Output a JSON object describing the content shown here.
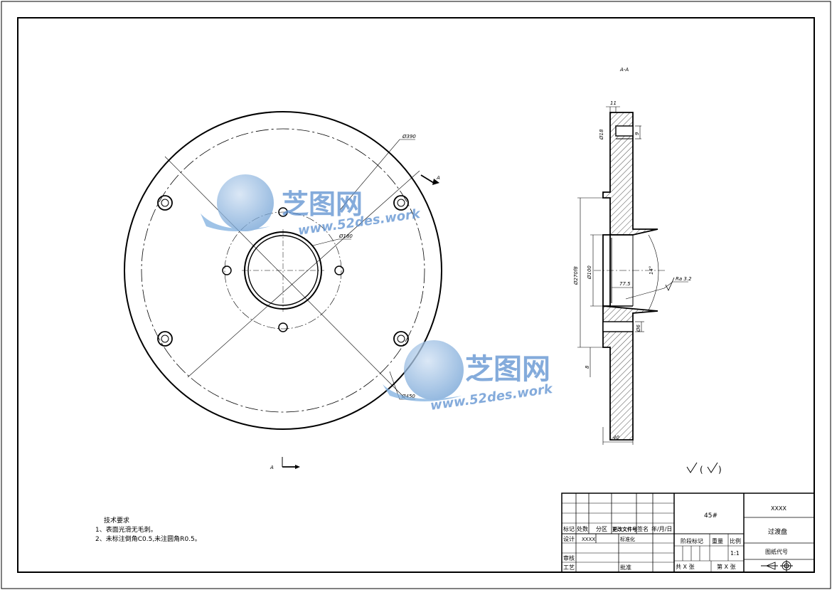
{
  "section_label": "A-A",
  "view_marker": "A",
  "front_view": {
    "dim_outer": "Ø450",
    "dim_bolt_circle": "Ø390",
    "dim_small": "Ø180"
  },
  "section_view": {
    "dim_thickness": "40",
    "dim_top_step": "11",
    "dim_counterbore": "Ø18",
    "dim_counterbore_depth": "9",
    "dim_boss": "Ø270f8",
    "dim_bore": "Ø100",
    "dim_recess": "77.5",
    "dim_angle": "14°",
    "dim_roughness": "Ra 3.2",
    "dim_step_low": "8",
    "dim_hole_small": "Ø6"
  },
  "roughness_note": "(",
  "roughness_note_close": ")",
  "tech_requirements": {
    "title": "技术要求",
    "items": [
      "1、表面光滑无毛刺。",
      "2、未标注倒角C0.5,未注圆角R0.5。"
    ]
  },
  "title_block": {
    "material": "45#",
    "company": "XXXX",
    "part_name": "过渡盘",
    "drawing_no_label": "图纸代号",
    "row_headers": [
      "标记",
      "处数",
      "分区",
      "更改文件号",
      "签名",
      "年/月/日"
    ],
    "design_label": "设计",
    "design_value": "XXXX",
    "standardize_label": "标准化",
    "review_label": "审核",
    "process_label": "工艺",
    "approve_label": "批准",
    "stage_label": "阶段标记",
    "weight_label": "重量",
    "scale_label": "比例",
    "scale_value": "1:1",
    "sheets_total": "共 X 张",
    "sheet_no": "第 X 张"
  },
  "watermark": {
    "brand": "芝图网",
    "url": "www.52des.work"
  }
}
